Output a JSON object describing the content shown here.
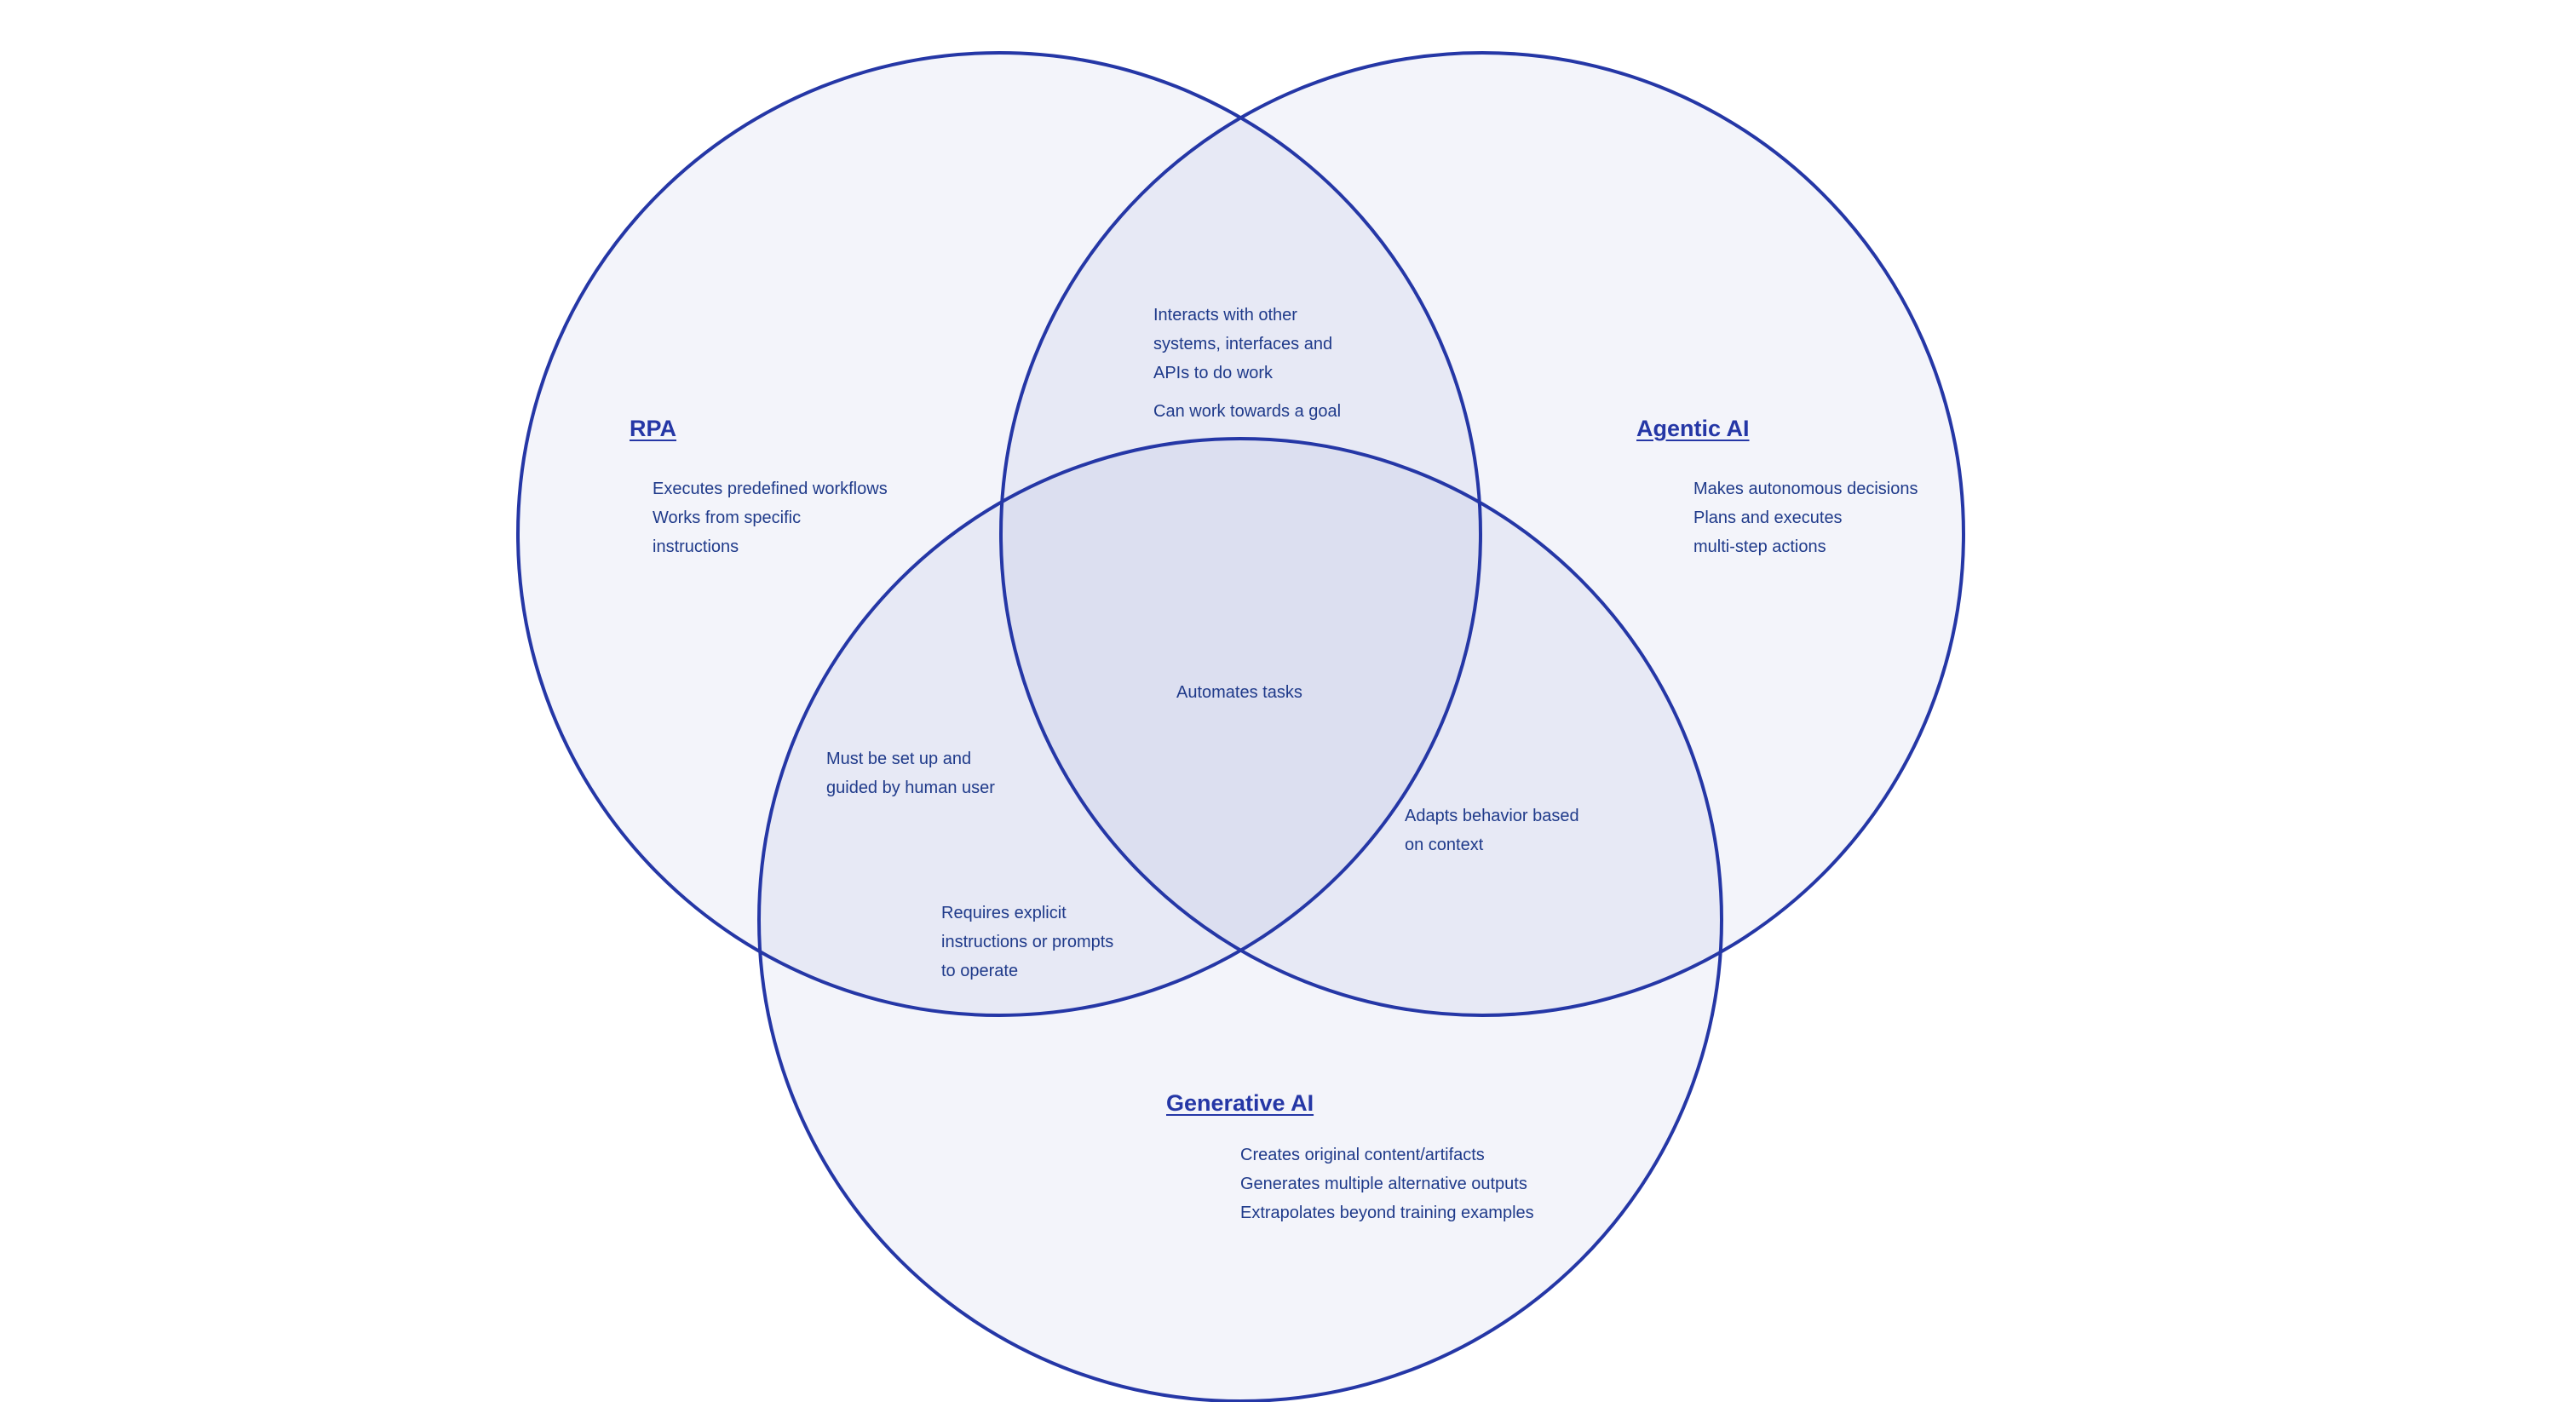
{
  "colors": {
    "stroke": "#2537a6",
    "text": "#1f3a8a",
    "fill": "#f2f3fa"
  },
  "sets": {
    "rpa": {
      "title": "RPA",
      "items": [
        "Executes predefined workflows",
        "Works from specific",
        "instructions"
      ]
    },
    "agentic": {
      "title": "Agentic AI",
      "items": [
        "Makes autonomous decisions",
        "Plans and executes",
        "multi-step actions"
      ]
    },
    "generative": {
      "title": "Generative AI",
      "items": [
        "Creates original content/artifacts",
        "Generates multiple alternative outputs",
        "Extrapolates beyond training examples"
      ]
    }
  },
  "overlaps": {
    "rpa_agentic": {
      "lines": [
        "Interacts with other",
        "systems, interfaces and",
        "APIs to do work"
      ],
      "extra": "Can work towards a goal"
    },
    "rpa_generative": {
      "lines": [
        "Must be set up and",
        "guided by human user"
      ]
    },
    "rpa_generative_lower": {
      "lines": [
        "Requires explicit",
        "instructions or prompts",
        "to operate"
      ]
    },
    "agentic_generative": {
      "lines": [
        "Adapts behavior based",
        "on context"
      ]
    },
    "all": {
      "text": "Automates tasks"
    }
  }
}
